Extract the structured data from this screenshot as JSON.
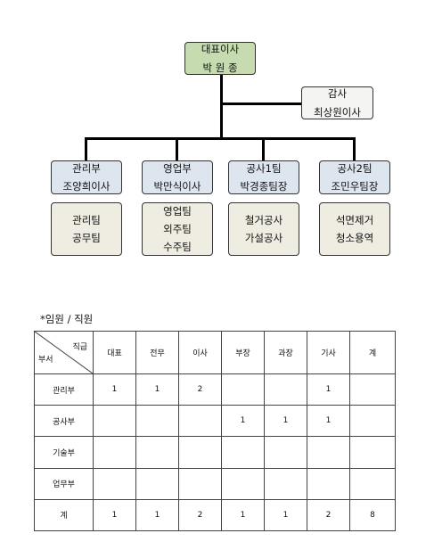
{
  "org_chart": {
    "ceo": {
      "title": "대표이사",
      "name": "박 원 종"
    },
    "auditor": {
      "title": "감사",
      "name": "최상원이사"
    },
    "departments": [
      {
        "name": "관리부",
        "head": "조양희이사",
        "teams": [
          "관리팀",
          "공무팀"
        ]
      },
      {
        "name": "영업부",
        "head": "박만식이사",
        "teams": [
          "영업팀",
          "외주팀",
          "수주팀"
        ]
      },
      {
        "name": "공사1팀",
        "head": "박경종팀장",
        "teams": [
          "철거공사",
          "가설공사"
        ]
      },
      {
        "name": "공사2팀",
        "head": "조민우팀장",
        "teams": [
          "석면제거",
          "청소용역"
        ]
      }
    ]
  },
  "staff_table": {
    "title": "*임원 / 직원",
    "corner_col_label": "직급",
    "corner_row_label": "부서",
    "columns": [
      "대표",
      "전무",
      "이사",
      "부장",
      "과장",
      "기사",
      "계"
    ],
    "rows": [
      {
        "dept": "관리부",
        "cells": [
          "1",
          "1",
          "2",
          "",
          "",
          "1",
          ""
        ]
      },
      {
        "dept": "공사부",
        "cells": [
          "",
          "",
          "",
          "1",
          "1",
          "1",
          ""
        ]
      },
      {
        "dept": "기술부",
        "cells": [
          "",
          "",
          "",
          "",
          "",
          "",
          ""
        ]
      },
      {
        "dept": "업무부",
        "cells": [
          "",
          "",
          "",
          "",
          "",
          "",
          ""
        ]
      },
      {
        "dept": "계",
        "cells": [
          "1",
          "1",
          "2",
          "1",
          "1",
          "2",
          "8"
        ]
      }
    ]
  }
}
